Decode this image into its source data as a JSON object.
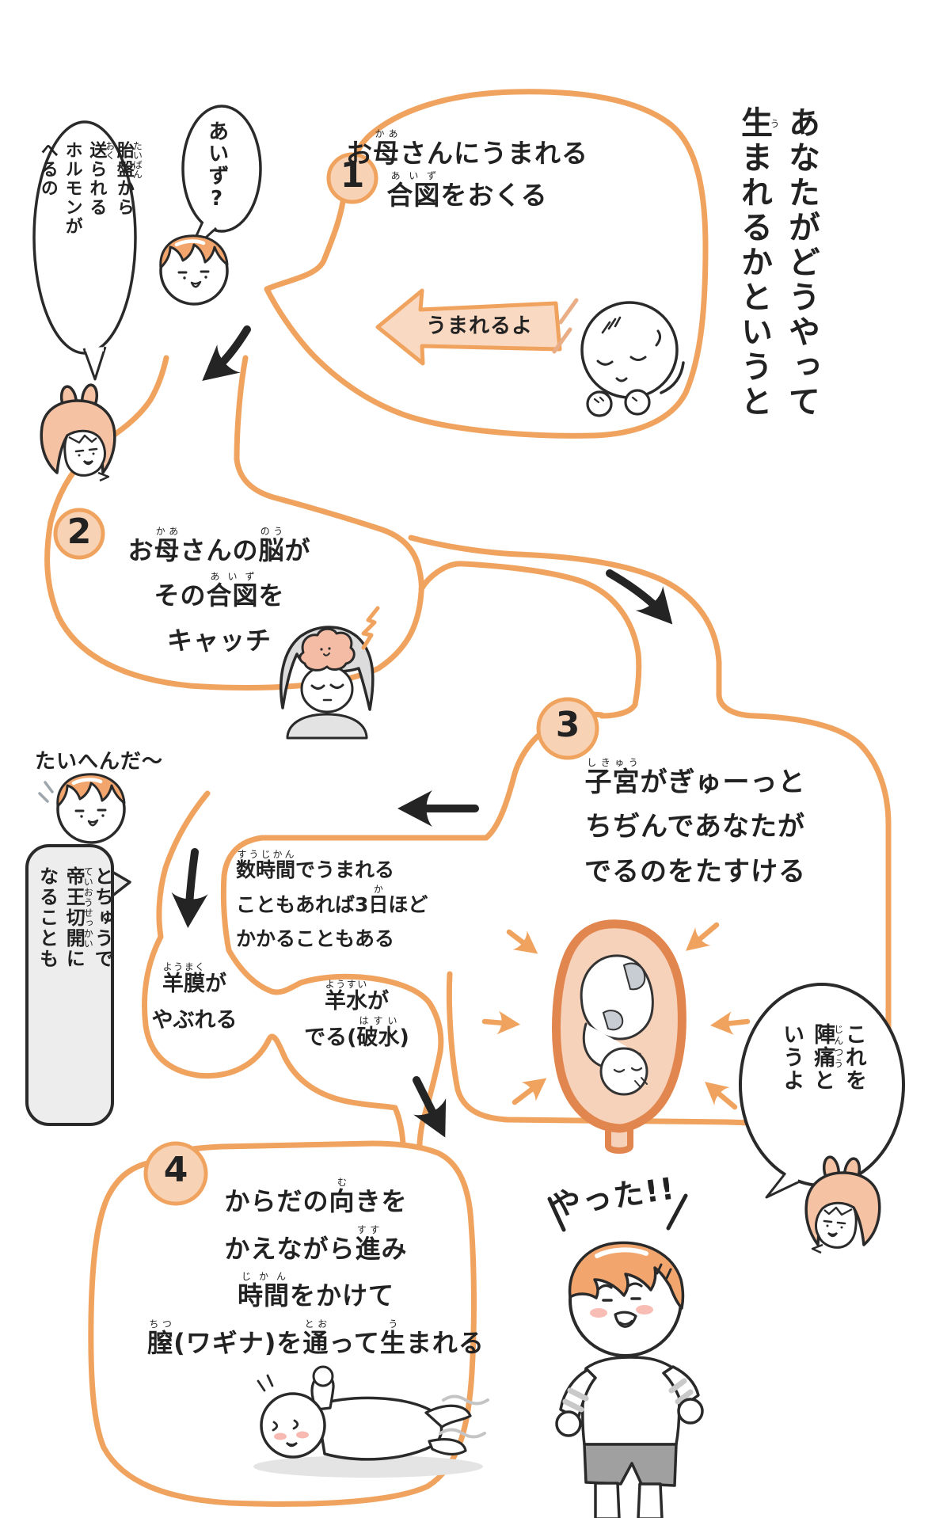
{
  "page": {
    "lang": "ja",
    "background": "#ffffff"
  },
  "colors": {
    "flow_orange": "#F0A35F",
    "circle_fill": "#F8D2B5",
    "banner_fill": "#FAD9C2",
    "skin_peach": "#F6C2A4",
    "hair_orange": "#F2A66E",
    "brain_pink": "#F4BCA4",
    "gray_bubble": "#EDEDED",
    "gray_hair": "#DCDCDC",
    "uterus_wall": "#E2864F",
    "uterus_fill": "#F7D2BA",
    "shorts_gray": "#A0A0A0",
    "ink_black": "#242424"
  },
  "title": {
    "segments": [
      [
        "あなたがどうやって",
        ""
      ],
      [
        "\n",
        ""
      ],
      [
        "生",
        "う"
      ],
      [
        "まれるかというと",
        ""
      ]
    ]
  },
  "bubbles": {
    "hormone": {
      "segments": [
        [
          "胎盤",
          "たいばん"
        ],
        [
          "から",
          ""
        ],
        [
          "\n",
          ""
        ],
        [
          "送",
          "おく"
        ],
        [
          "られる",
          ""
        ],
        [
          "\n",
          ""
        ],
        [
          "ホルモンが",
          ""
        ],
        [
          "\n",
          ""
        ],
        [
          "へるの",
          ""
        ]
      ]
    },
    "aizu": {
      "segments": [
        [
          "あいず?",
          ""
        ]
      ]
    },
    "cesarean": {
      "segments": [
        [
          "とちゅうで",
          ""
        ],
        [
          "\n",
          ""
        ],
        [
          "帝王切開",
          "ていおうせっかい"
        ],
        [
          "に",
          ""
        ],
        [
          "\n",
          ""
        ],
        [
          "なることも",
          ""
        ]
      ]
    },
    "laborpain": {
      "segments": [
        [
          "これを",
          ""
        ],
        [
          "\n",
          ""
        ],
        [
          "陣痛",
          "じんつう"
        ],
        [
          "と",
          ""
        ],
        [
          "\n",
          ""
        ],
        [
          "いうよ",
          ""
        ]
      ]
    }
  },
  "steps": [
    {
      "num": "1",
      "segments": [
        [
          "お",
          ""
        ],
        [
          "母",
          "かあ"
        ],
        [
          "さんにうまれる",
          ""
        ],
        [
          "\n",
          ""
        ],
        [
          "合図",
          "あいず"
        ],
        [
          "をおくる",
          ""
        ]
      ]
    },
    {
      "num": "2",
      "segments": [
        [
          "お",
          ""
        ],
        [
          "母",
          "かあ"
        ],
        [
          "さんの",
          ""
        ],
        [
          "脳",
          "のう"
        ],
        [
          "が",
          ""
        ],
        [
          "\n",
          ""
        ],
        [
          "その",
          ""
        ],
        [
          "合図",
          "あいず"
        ],
        [
          "を",
          ""
        ],
        [
          "\n",
          ""
        ],
        [
          "キャッチ",
          ""
        ]
      ]
    },
    {
      "num": "3",
      "segments": [
        [
          "子宮",
          "しきゅう"
        ],
        [
          "がぎゅーっと",
          ""
        ],
        [
          "\n",
          ""
        ],
        [
          "ちぢんであなたが",
          ""
        ],
        [
          "\n",
          ""
        ],
        [
          "でるのをたすける",
          ""
        ]
      ]
    },
    {
      "num": "4",
      "segments": [
        [
          "からだの",
          ""
        ],
        [
          "向",
          "む"
        ],
        [
          "きを",
          ""
        ],
        [
          "\n",
          ""
        ],
        [
          "かえながら",
          ""
        ],
        [
          "進",
          "すす"
        ],
        [
          "み",
          ""
        ],
        [
          "\n",
          ""
        ],
        [
          "時間",
          "じかん"
        ],
        [
          "をかけて",
          ""
        ],
        [
          "\n",
          ""
        ],
        [
          "膣",
          "ちつ"
        ],
        [
          "(ワギナ)を",
          ""
        ],
        [
          "通",
          "とお"
        ],
        [
          "って",
          ""
        ],
        [
          "生",
          "う"
        ],
        [
          "まれる",
          ""
        ]
      ]
    }
  ],
  "notes": {
    "banner": "うまれるよ",
    "taihen": "たいへんだ～",
    "duration": {
      "segments": [
        [
          "数時間",
          "すうじかん"
        ],
        [
          "でうまれる",
          ""
        ],
        [
          "\n",
          ""
        ],
        [
          "こともあれば3",
          ""
        ],
        [
          "日",
          "か"
        ],
        [
          "ほど",
          ""
        ],
        [
          "\n",
          ""
        ],
        [
          "かかることもある",
          ""
        ]
      ]
    },
    "youmaku": {
      "segments": [
        [
          "羊膜",
          "ようまく"
        ],
        [
          "が",
          ""
        ],
        [
          "\n",
          ""
        ],
        [
          "やぶれる",
          ""
        ]
      ]
    },
    "yousui": {
      "segments": [
        [
          "羊水",
          "ようすい"
        ],
        [
          "が",
          ""
        ],
        [
          "\n",
          ""
        ],
        [
          "でる(",
          ""
        ],
        [
          "破水",
          "はすい"
        ],
        [
          ")",
          ""
        ]
      ]
    },
    "yatta": "やった!!"
  }
}
